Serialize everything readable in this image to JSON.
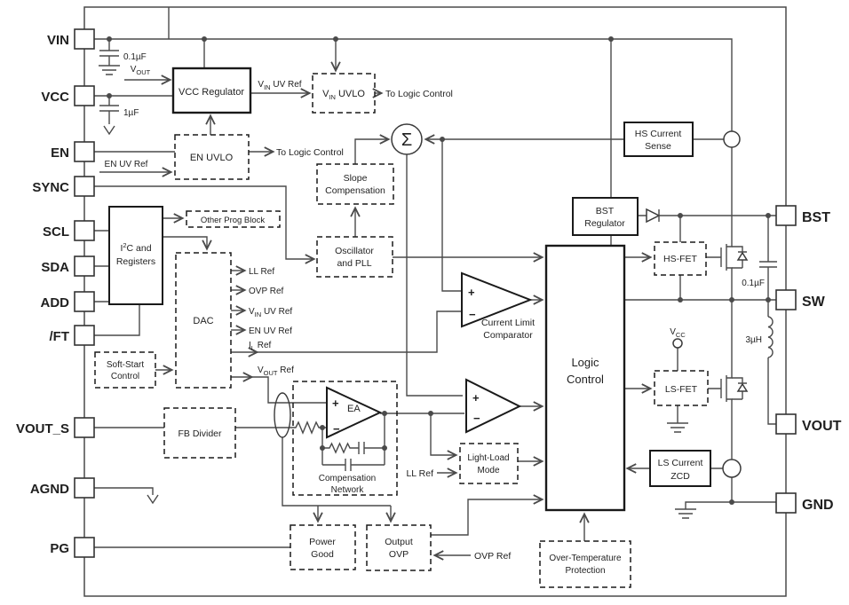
{
  "colors": {
    "wire": "#4a4a4a",
    "box_border": "#1a1a1a",
    "text": "#1f1f1f",
    "background": "#ffffff"
  },
  "pins": {
    "left": [
      {
        "label": "VIN"
      },
      {
        "label": "VCC"
      },
      {
        "label": "EN"
      },
      {
        "label": "SYNC"
      },
      {
        "label": "SCL"
      },
      {
        "label": "SDA"
      },
      {
        "label": "ADD"
      },
      {
        "label": "/FT"
      },
      {
        "label": "VOUT_S"
      },
      {
        "label": "AGND"
      },
      {
        "label": "PG"
      }
    ],
    "right": [
      {
        "label": "BST"
      },
      {
        "label": "SW"
      },
      {
        "label": "VOUT"
      },
      {
        "label": "GND"
      }
    ]
  },
  "blocks": {
    "vcc_regulator": {
      "label": "VCC Regulator"
    },
    "vin_uvlo": {
      "pre": "V",
      "sub": "IN",
      "post": " UVLO"
    },
    "en_uvlo": {
      "label": "EN UVLO"
    },
    "other_prog_block": {
      "label": "Other Prog Block"
    },
    "i2c": {
      "line1_pre": "I",
      "line1_sup": "2",
      "line1_post": "C and",
      "line2": "Registers"
    },
    "dac": {
      "label": "DAC"
    },
    "soft_start": {
      "line1": "Soft-Start",
      "line2": "Control"
    },
    "slope_comp": {
      "line1": "Slope",
      "line2": "Compensation"
    },
    "osc_pll": {
      "line1": "Oscillator",
      "line2": "and PLL"
    },
    "hs_current_sense": {
      "line1": "HS Current",
      "line2": "Sense"
    },
    "bst_regulator": {
      "line1": "BST",
      "line2": "Regulator"
    },
    "hs_fet": {
      "label": "HS-FET"
    },
    "ls_fet": {
      "label": "LS-FET"
    },
    "logic_control": {
      "line1": "Logic",
      "line2": "Control"
    },
    "current_limit_comparator": {
      "line1": "Current Limit",
      "line2": "Comparator"
    },
    "ea": {
      "label": "EA"
    },
    "compensation_network": {
      "line1": "Compensation",
      "line2": "Network"
    },
    "light_load_mode": {
      "line1": "Light-Load",
      "line2": "Mode"
    },
    "ls_current_zcd": {
      "line1": "LS Current",
      "line2": "ZCD"
    },
    "fb_divider": {
      "label": "FB Divider"
    },
    "power_good": {
      "line1": "Power",
      "line2": "Good"
    },
    "output_ovp": {
      "line1": "Output",
      "line2": "OVP"
    },
    "otp": {
      "line1": "Over-Temperature",
      "line2": "Protection"
    }
  },
  "dac_refs": [
    {
      "label": "LL Ref"
    },
    {
      "label": "OVP Ref"
    },
    {
      "pre": "V",
      "sub": "IN",
      "post": " UV Ref"
    },
    {
      "label": "EN UV Ref"
    },
    {
      "pre": "I",
      "sub": "L",
      "post": " Ref"
    },
    {
      "pre": "V",
      "sub": "OUT",
      "post": " Ref"
    }
  ],
  "labels": {
    "to_logic_control_1": "To Logic Control",
    "to_logic_control_2": "To Logic Control",
    "en_uv_ref": "EN UV Ref",
    "vin_uv_ref": {
      "pre": "V",
      "sub": "IN",
      "post": " UV Ref"
    },
    "vout_in": {
      "pre": "V",
      "sub": "OUT",
      "post": ""
    },
    "vout_ref_ea": {
      "pre": "V",
      "sub": "OUT",
      "post": " Ref"
    },
    "vcc_term": {
      "pre": "V",
      "sub": "CC",
      "post": ""
    },
    "ll_ref": "LL Ref",
    "ovp_ref": "OVP Ref",
    "sigma": "Σ",
    "plus": "+",
    "minus": "−"
  },
  "components": {
    "cap_vin": "0.1µF",
    "cap_vcc": "1µF",
    "cap_bst": "0.1µF",
    "inductor": "3µH"
  }
}
